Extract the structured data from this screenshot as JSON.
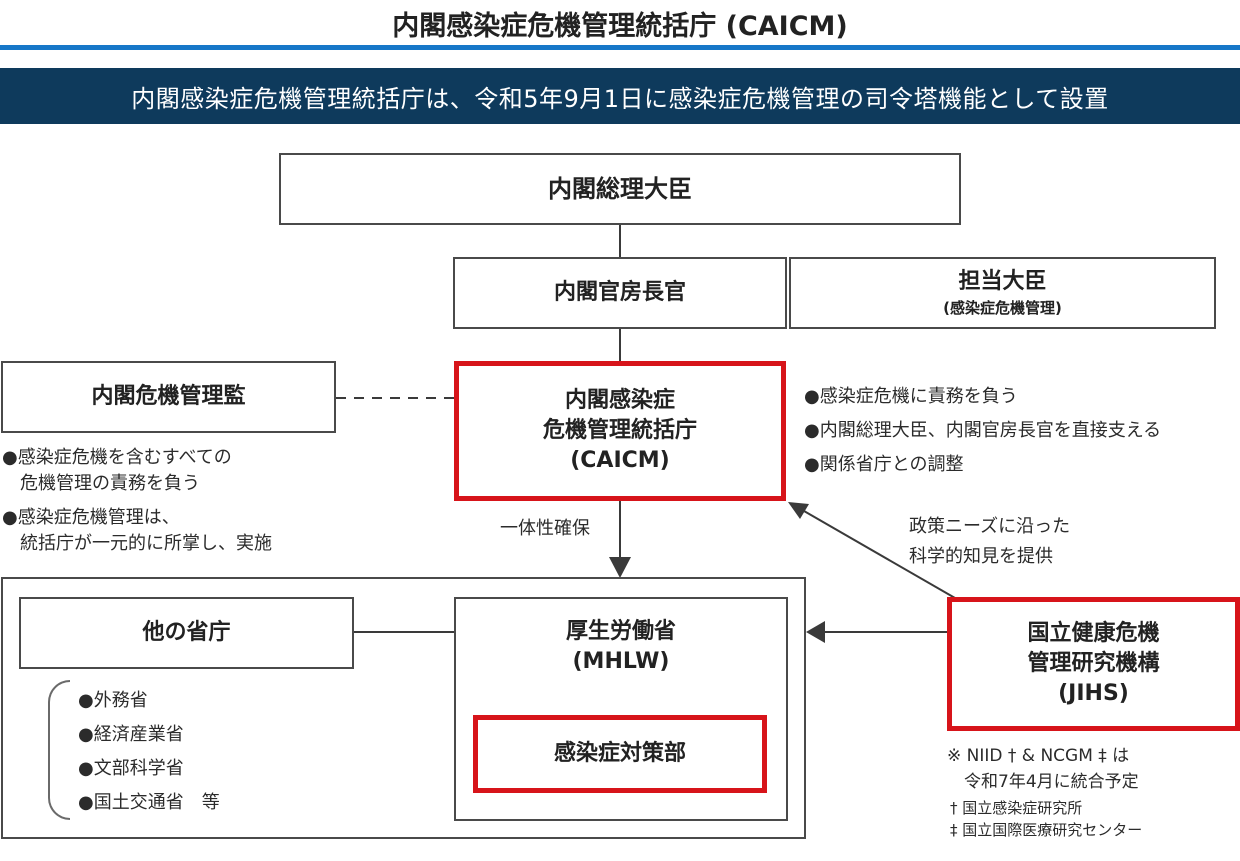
{
  "title": "内閣感染症危機管理統括庁 (CAICM)",
  "banner": "内閣感染症危機管理統括庁は、令和5年9月1日に感染症危機管理の司令塔機能として設置",
  "pm": "内閣総理大臣",
  "cabinet_secretary": "内閣官房長官",
  "minister": {
    "title": "担当大臣",
    "sub": "(感染症危機管理)"
  },
  "crisis_manager": {
    "title": "内閣危機管理監",
    "notes": [
      "●感染症危機を含むすべての",
      "　危機管理の責務を負う",
      "●感染症危機管理は、",
      "　統括庁が一元的に所掌し、実施"
    ]
  },
  "caicm": {
    "lines": [
      "内閣感染症",
      "危機管理統括庁",
      "(CAICM)"
    ],
    "notes": [
      "●感染症危機に責務を負う",
      "●内閣総理大臣、内閣官房長官を直接支える",
      "●関係省庁との調整"
    ]
  },
  "arrow_label_unity": "一体性確保",
  "arrow_label_science": [
    "政策ニーズに沿った",
    "科学的知見を提供"
  ],
  "other_ministries": {
    "title": "他の省庁",
    "items": [
      "●外務省",
      "●経済産業省",
      "●文部科学省",
      "●国土交通省　等"
    ]
  },
  "mhlw": {
    "lines": [
      "厚生労働省",
      "(MHLW)"
    ],
    "dept": "感染症対策部"
  },
  "jihs": {
    "lines": [
      "国立健康危機",
      "管理研究機構",
      "(JIHS)"
    ],
    "notes": [
      "※ NIID † & NCGM ‡ は",
      "　令和7年4月に統合予定"
    ],
    "footnotes": [
      "† 国立感染症研究所",
      "‡ 国立国際医療研究センター"
    ]
  },
  "colors": {
    "accent_red": "#d7141a",
    "banner_navy": "#0e3a5c",
    "rule_blue": "#1677c8"
  }
}
